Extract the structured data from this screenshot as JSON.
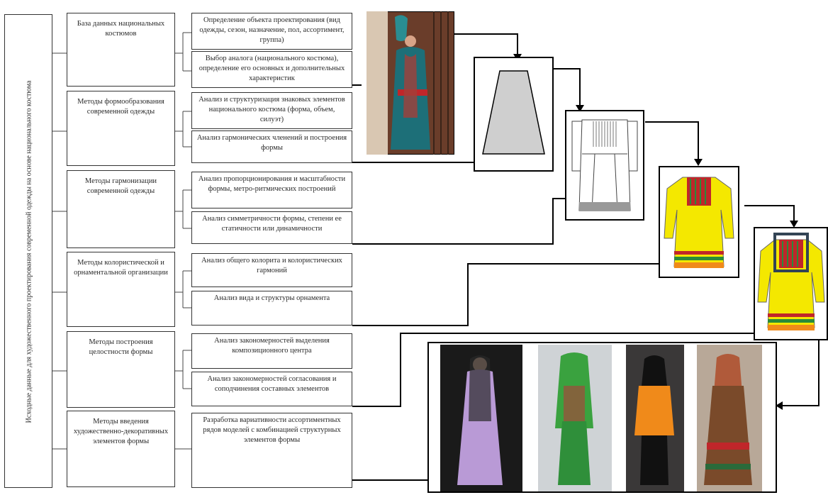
{
  "vertical_label": "Исходные данные для художественного проектирования современной одежды на основе национального костюма",
  "categories": [
    {
      "label": "База данных национальных костюмов",
      "items": [
        "Определение объекта проектирования (вид одежды, сезон, назначение, пол, ассортимент, группа)",
        "Выбор аналога (национального костюма), определение его основных и дополнительных характеристик"
      ]
    },
    {
      "label": "Методы формообразования современной одежды",
      "items": [
        "Анализ и структуризация знаковых элементов национального костюма (форма, объем, силуэт)",
        "Анализ гармонических членений и построения формы"
      ]
    },
    {
      "label": "Методы гармонизации современной одежды",
      "items": [
        "Анализ пропорционирования и масштабности формы, метро-ритмических построений",
        "Анализ симметричности формы, степени ее статичности или динамичности"
      ]
    },
    {
      "label": "Методы колористической и орнаментальной организации",
      "items": [
        "Анализ общего колорита и колористических гармоний",
        "Анализ вида и структуры орнамента"
      ]
    },
    {
      "label": "Методы построения целостности формы",
      "items": [
        "Анализ закономерностей выделения композиционного центра",
        "Анализ закономерностей согласования и соподчинения составных элементов"
      ]
    },
    {
      "label": "Методы введения художественно-декоративных элементов формы",
      "items": [
        "Разработка вариативности ассортиментных рядов моделей с комбинацией структурных элементов формы"
      ]
    }
  ],
  "images": {
    "national_costume": "national-costume-photo",
    "stage1": "trapezoid-silhouette",
    "stage2": "dress-construction-sketch",
    "stage3": "colored-dress-sketch",
    "stage4": "dress-with-composition-center",
    "runway": [
      "runway-model-lilac",
      "runway-model-green",
      "runway-model-orange",
      "runway-model-brown"
    ]
  },
  "colors": {
    "line": "#000000",
    "dress_yellow": "#f4e800",
    "accent_red": "#c0262a",
    "accent_green": "#2a8a3a",
    "accent_orange": "#f08a1a"
  }
}
